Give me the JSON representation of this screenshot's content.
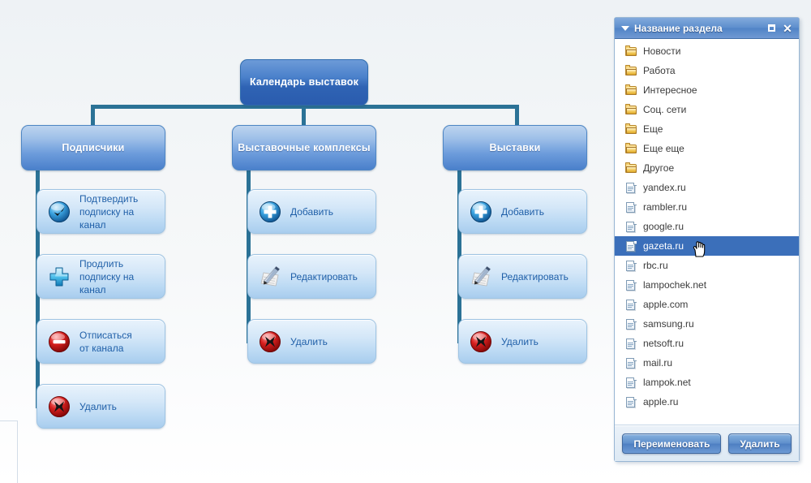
{
  "tree": {
    "root": {
      "label": "Календарь\nвыставок",
      "name": "node-root-calendar"
    },
    "branches": [
      {
        "label": "Подписчики",
        "name": "node-branch-subscribers",
        "children": [
          {
            "label": "Подтвердить\nподписку на канал",
            "icon": "check-circle-icon"
          },
          {
            "label": "Продлить\nподписку на канал",
            "icon": "plus-cross-icon"
          },
          {
            "label": "Отписаться\nот канала",
            "icon": "no-entry-icon"
          },
          {
            "label": "Удалить",
            "icon": "delete-x-icon"
          }
        ]
      },
      {
        "label": "Выставочные\nкомплексы",
        "name": "node-branch-complexes",
        "children": [
          {
            "label": "Добавить",
            "icon": "plus-circle-icon"
          },
          {
            "label": "Редактировать",
            "icon": "pencil-paper-icon"
          },
          {
            "label": "Удалить",
            "icon": "delete-x-icon"
          }
        ]
      },
      {
        "label": "Выставки",
        "name": "node-branch-exhibitions",
        "children": [
          {
            "label": "Добавить",
            "icon": "plus-circle-icon"
          },
          {
            "label": "Редактировать",
            "icon": "pencil-paper-icon"
          },
          {
            "label": "Удалить",
            "icon": "delete-x-icon"
          }
        ]
      }
    ]
  },
  "panel": {
    "title": "Название раздела",
    "collapse_icon": "caret-down-icon",
    "restore_icon": "restore-window-icon",
    "close_icon": "close-icon",
    "items": [
      {
        "label": "Новости",
        "type": "folder",
        "selected": false
      },
      {
        "label": "Работа",
        "type": "folder",
        "selected": false
      },
      {
        "label": "Интересное",
        "type": "folder",
        "selected": false
      },
      {
        "label": "Соц. сети",
        "type": "folder",
        "selected": false
      },
      {
        "label": "Еще",
        "type": "folder",
        "selected": false
      },
      {
        "label": "Еще еще",
        "type": "folder",
        "selected": false
      },
      {
        "label": "Другое",
        "type": "folder",
        "selected": false
      },
      {
        "label": "yandex.ru",
        "type": "document",
        "selected": false
      },
      {
        "label": "rambler.ru",
        "type": "document",
        "selected": false
      },
      {
        "label": "google.ru",
        "type": "document",
        "selected": false
      },
      {
        "label": "gazeta.ru",
        "type": "document",
        "selected": true
      },
      {
        "label": "rbc.ru",
        "type": "document",
        "selected": false
      },
      {
        "label": "lampochek.net",
        "type": "document",
        "selected": false
      },
      {
        "label": "apple.com",
        "type": "document",
        "selected": false
      },
      {
        "label": "samsung.ru",
        "type": "document",
        "selected": false
      },
      {
        "label": "netsoft.ru",
        "type": "document",
        "selected": false
      },
      {
        "label": "mail.ru",
        "type": "document",
        "selected": false
      },
      {
        "label": "lampok.net",
        "type": "document",
        "selected": false
      },
      {
        "label": "apple.ru",
        "type": "document",
        "selected": false
      }
    ],
    "buttons": [
      {
        "label": "Переименовать",
        "name": "rename-button"
      },
      {
        "label": "Удалить",
        "name": "delete-button"
      }
    ]
  },
  "colors": {
    "accent": "#2f63b4",
    "selection": "#3b6fba",
    "connector": "#2b7296",
    "leaf_text": "#1f5fa8"
  }
}
